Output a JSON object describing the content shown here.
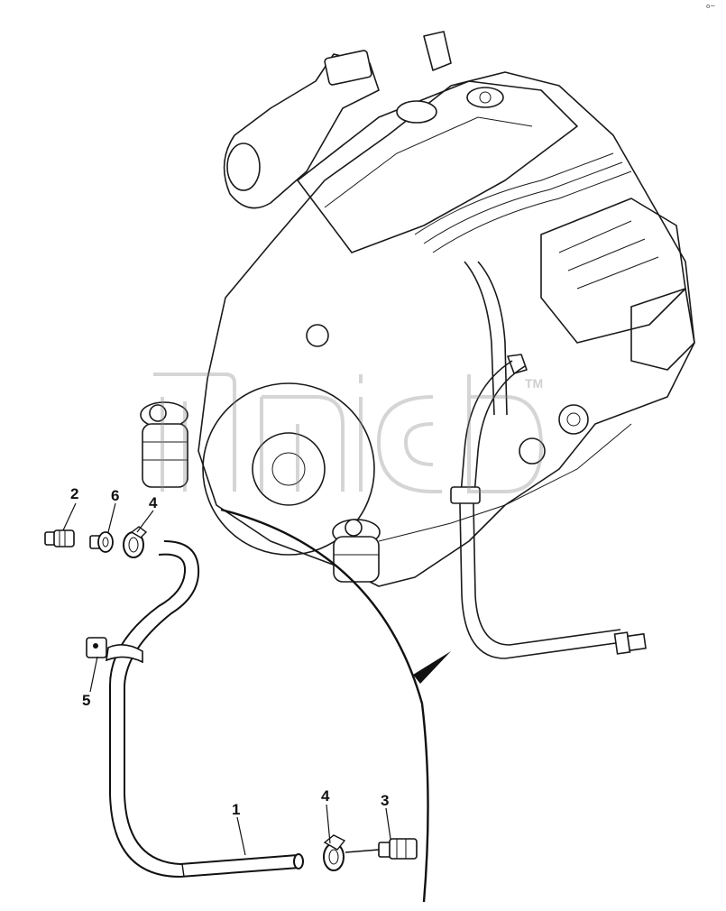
{
  "corner_mark": "o~",
  "callouts": [
    {
      "label": "2",
      "part": "fitting"
    },
    {
      "label": "6",
      "part": "washer"
    },
    {
      "label": "4",
      "part": "hose-clamp"
    },
    {
      "label": "5",
      "part": "hose-bracket-clip"
    },
    {
      "label": "1",
      "part": "hose"
    },
    {
      "label": "4",
      "part": "hose-clamp"
    },
    {
      "label": "3",
      "part": "fitting"
    }
  ],
  "watermark_text": "TM"
}
